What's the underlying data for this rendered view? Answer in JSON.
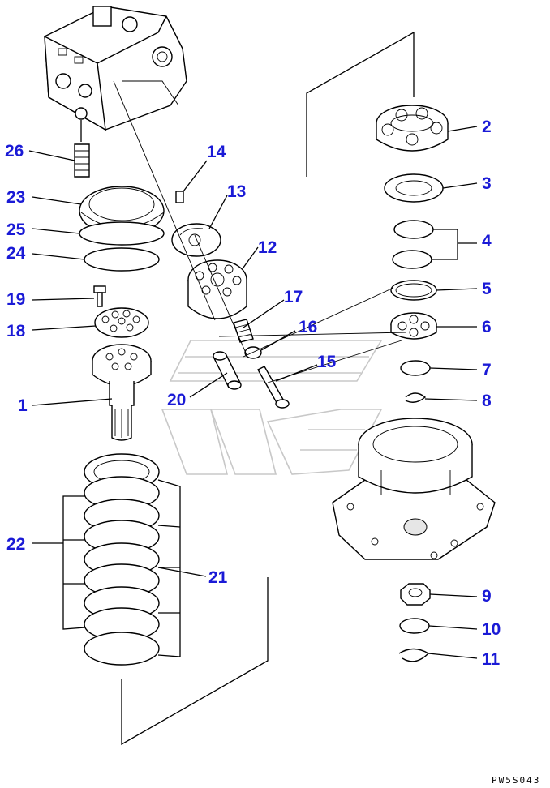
{
  "labels": {
    "p1": "1",
    "p2": "2",
    "p3": "3",
    "p4": "4",
    "p5": "5",
    "p6": "6",
    "p7": "7",
    "p8": "8",
    "p9": "9",
    "p10": "10",
    "p11": "11",
    "p12": "12",
    "p13": "13",
    "p14": "14",
    "p15": "15",
    "p16": "16",
    "p17": "17",
    "p18": "18",
    "p19": "19",
    "p20": "20",
    "p21": "21",
    "p22": "22",
    "p23": "23",
    "p24": "24",
    "p25": "25",
    "p26": "26"
  },
  "drawing_code": "PW5S043",
  "colors": {
    "callout": "#1a1ad6",
    "line": "#000000",
    "watermark": "#c8c8c8"
  }
}
